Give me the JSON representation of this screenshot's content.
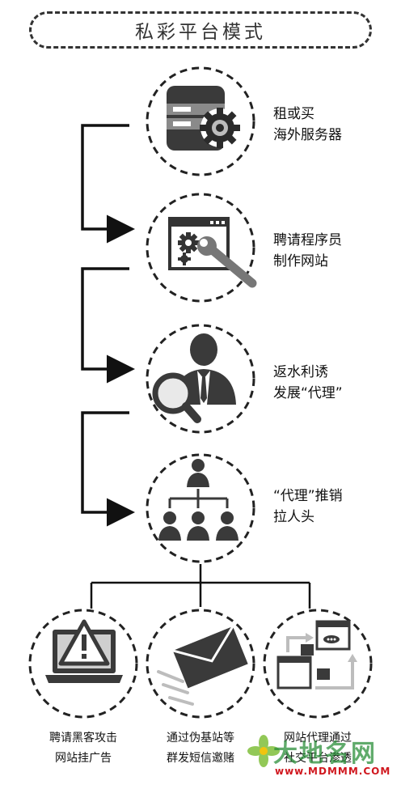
{
  "title": "私彩平台模式",
  "steps": [
    {
      "line1": "租或买",
      "line2": "海外服务器",
      "icon": "server-gear-icon"
    },
    {
      "line1": "聘请程序员",
      "line2": "制作网站",
      "icon": "web-settings-wrench-icon"
    },
    {
      "line1": "返水利诱",
      "line2": "发展“代理”",
      "icon": "businessman-magnifier-icon"
    },
    {
      "line1": "“代理”推销",
      "line2": "拉人头",
      "icon": "hierarchy-people-icon"
    }
  ],
  "branches": [
    {
      "line1": "聘请黑客攻击",
      "line2": "网站挂广告",
      "icon": "laptop-warning-icon"
    },
    {
      "line1": "通过伪基站等",
      "line2": "群发短信邀赌",
      "icon": "speeding-envelope-icon"
    },
    {
      "line1": "网站代理通过",
      "line2": "社交平台渗透",
      "icon": "linked-windows-icon"
    }
  ],
  "watermark": {
    "text": "大地名网",
    "url": "www.MDMMM.COM"
  }
}
